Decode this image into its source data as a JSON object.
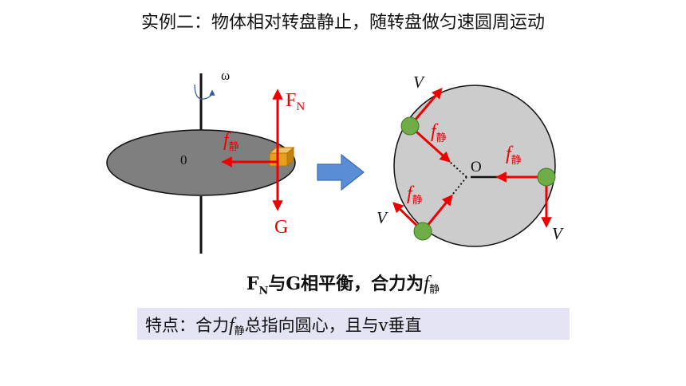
{
  "title": "实例二：物体相对转盘静止，随转盘做匀速圆周运动",
  "left_figure": {
    "omega": "ω",
    "origin": "0",
    "fn_main": "F",
    "fn_sub": "N",
    "f_main": "f",
    "f_sub": "静",
    "g_label": "G"
  },
  "right_figure": {
    "center": "O",
    "v": "V",
    "f_main": "f",
    "f_sub": "静"
  },
  "caption": {
    "fn_main": "F",
    "fn_sub": "N",
    "text_mid": "与G相平衡，合力为",
    "f_main": "f",
    "f_sub": "静"
  },
  "feature": {
    "prefix": "特点：合力",
    "f_main": "f",
    "f_sub": "静",
    "suffix": "总指向圆心，且与v垂直"
  },
  "colors": {
    "arrow": "#ee0000",
    "disk": "#7f7f7f",
    "circle": "#cccccc",
    "dot": "#70ad47",
    "block": "#e6a01e",
    "feature_bg": "#e4e4f4",
    "big_arrow": "#5b8dd6"
  }
}
